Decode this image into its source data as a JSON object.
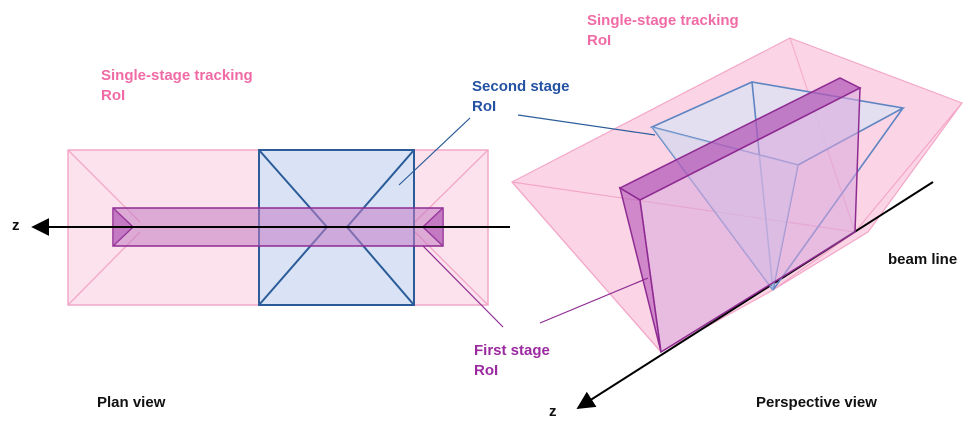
{
  "colors": {
    "single_stage": "#f06ba6",
    "second_stage": "#2452a3",
    "first_stage": "#9b2aa0",
    "axis": "#000000"
  },
  "plan_view": {
    "title": "Plan view",
    "single_stage_label": [
      "Single-stage tracking",
      "RoI"
    ],
    "second_stage_label": [
      "Second stage",
      "RoI"
    ],
    "first_stage_label": [
      "First stage",
      "RoI"
    ],
    "axis_label": "z"
  },
  "perspective_view": {
    "title": "Perspective view",
    "single_stage_label": [
      "Single-stage tracking",
      "RoI"
    ],
    "beam_line_label": "beam line",
    "axis_label": "z"
  }
}
